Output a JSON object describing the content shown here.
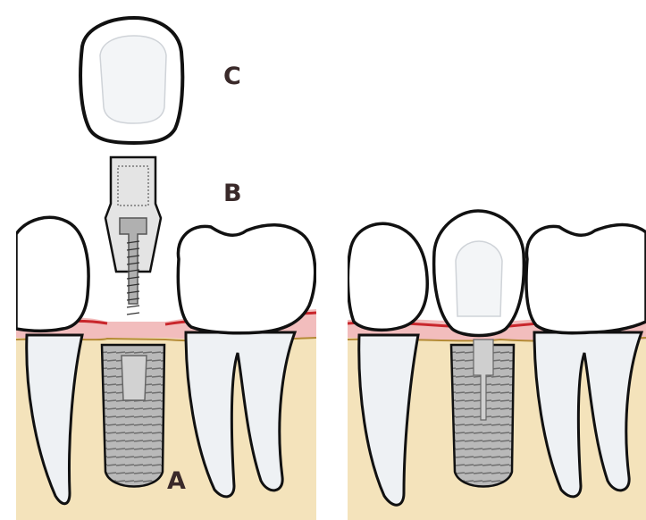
{
  "labels": {
    "crown": "C",
    "abutment": "B",
    "implant": "A"
  },
  "colors": {
    "bone": "#f4e3bb",
    "gum": "#f2bdbd",
    "gum_line": "#c9262c",
    "bone_line": "#b48a35",
    "tooth": "#ffffff",
    "root": "#eef1f4",
    "metal": "#bdbdbd",
    "metal_dark": "#7a7a7a",
    "outline": "#111111"
  },
  "icons": [
    "crown-icon",
    "abutment-icon",
    "implant-fixture-icon",
    "tooth-icon"
  ]
}
